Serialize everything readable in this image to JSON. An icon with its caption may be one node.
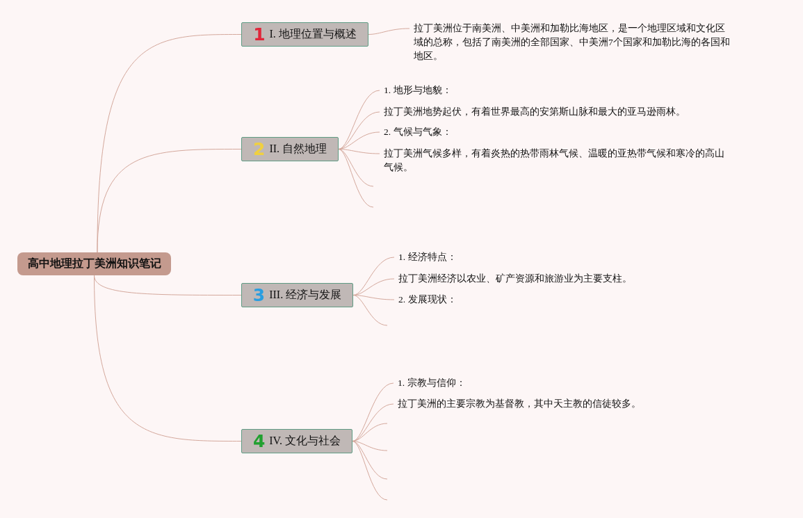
{
  "diagram": {
    "nodes": [
      {
        "text": [
          "高中地理拉丁美洲知识笔记"
        ]
      },
      {
        "text": [
          "1",
          "I. 地理位置与概述"
        ]
      },
      {
        "text": [
          "拉丁美洲位于南美洲、中美洲和加勒比海地区，是一个地理区域和文化区域的总称，包括了南美洲的全部国家、中美洲7个国家和加勒比海的各国和地区。"
        ]
      },
      {
        "text": [
          "2",
          "II. 自然地理"
        ]
      },
      {
        "text": [
          "1. 地形与地貌："
        ]
      },
      {
        "text": [
          "拉丁美洲地势起伏，有着世界最高的安第斯山脉和最大的亚马逊雨林。"
        ]
      },
      {
        "text": [
          "2. 气候与气象："
        ]
      },
      {
        "text": [
          "拉丁美洲气候多样，有着炎热的热带雨林气候、温暖的亚热带气候和寒冷的高山气候。"
        ]
      },
      {
        "text": [
          "3",
          "III. 经济与发展"
        ]
      },
      {
        "text": [
          "1. 经济特点："
        ]
      },
      {
        "text": [
          "拉丁美洲经济以农业、矿产资源和旅游业为主要支柱。"
        ]
      },
      {
        "text": [
          "2. 发展现状："
        ]
      },
      {
        "text": [
          "4",
          "IV. 文化与社会"
        ]
      },
      {
        "text": [
          "1. 宗教与信仰："
        ]
      },
      {
        "text": [
          "拉丁美洲的主要宗教为基督教，其中天主教的信徒较多。"
        ]
      }
    ],
    "edges": [
      {
        "from": 0,
        "to": 1,
        "arrow": "none"
      },
      {
        "from": 0,
        "to": 3,
        "arrow": "none"
      },
      {
        "from": 0,
        "to": 8,
        "arrow": "none"
      },
      {
        "from": 0,
        "to": 12,
        "arrow": "none"
      },
      {
        "from": 1,
        "to": 2,
        "arrow": "none"
      },
      {
        "from": 3,
        "to": 4,
        "arrow": "none"
      },
      {
        "from": 3,
        "to": 5,
        "arrow": "none"
      },
      {
        "from": 3,
        "to": 6,
        "arrow": "none"
      },
      {
        "from": 3,
        "to": 7,
        "arrow": "none"
      },
      {
        "from": 3,
        "to": null,
        "arrow": "none"
      },
      {
        "from": 3,
        "to": null,
        "arrow": "none"
      },
      {
        "from": 8,
        "to": 9,
        "arrow": "none"
      },
      {
        "from": 8,
        "to": 10,
        "arrow": "none"
      },
      {
        "from": 8,
        "to": 11,
        "arrow": "none"
      },
      {
        "from": 8,
        "to": null,
        "arrow": "none"
      },
      {
        "from": 12,
        "to": 13,
        "arrow": "none"
      },
      {
        "from": 12,
        "to": 14,
        "arrow": "none"
      },
      {
        "from": 12,
        "to": null,
        "arrow": "none"
      },
      {
        "from": 12,
        "to": null,
        "arrow": "none"
      },
      {
        "from": 12,
        "to": null,
        "arrow": "none"
      },
      {
        "from": 12,
        "to": null,
        "arrow": "none"
      }
    ]
  }
}
